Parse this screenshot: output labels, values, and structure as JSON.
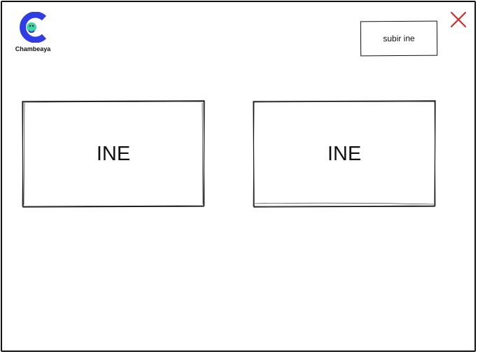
{
  "brand": {
    "name": "Chambeaya",
    "accent_color": "#2f3de8",
    "face_color": "#3dd6a3",
    "icon": "chambeaya-logo-icon"
  },
  "toolbar": {
    "upload_label": "subir ine",
    "close_icon": "close-icon",
    "close_color": "#e02020"
  },
  "cards": [
    {
      "label": "INE"
    },
    {
      "label": "INE"
    }
  ]
}
